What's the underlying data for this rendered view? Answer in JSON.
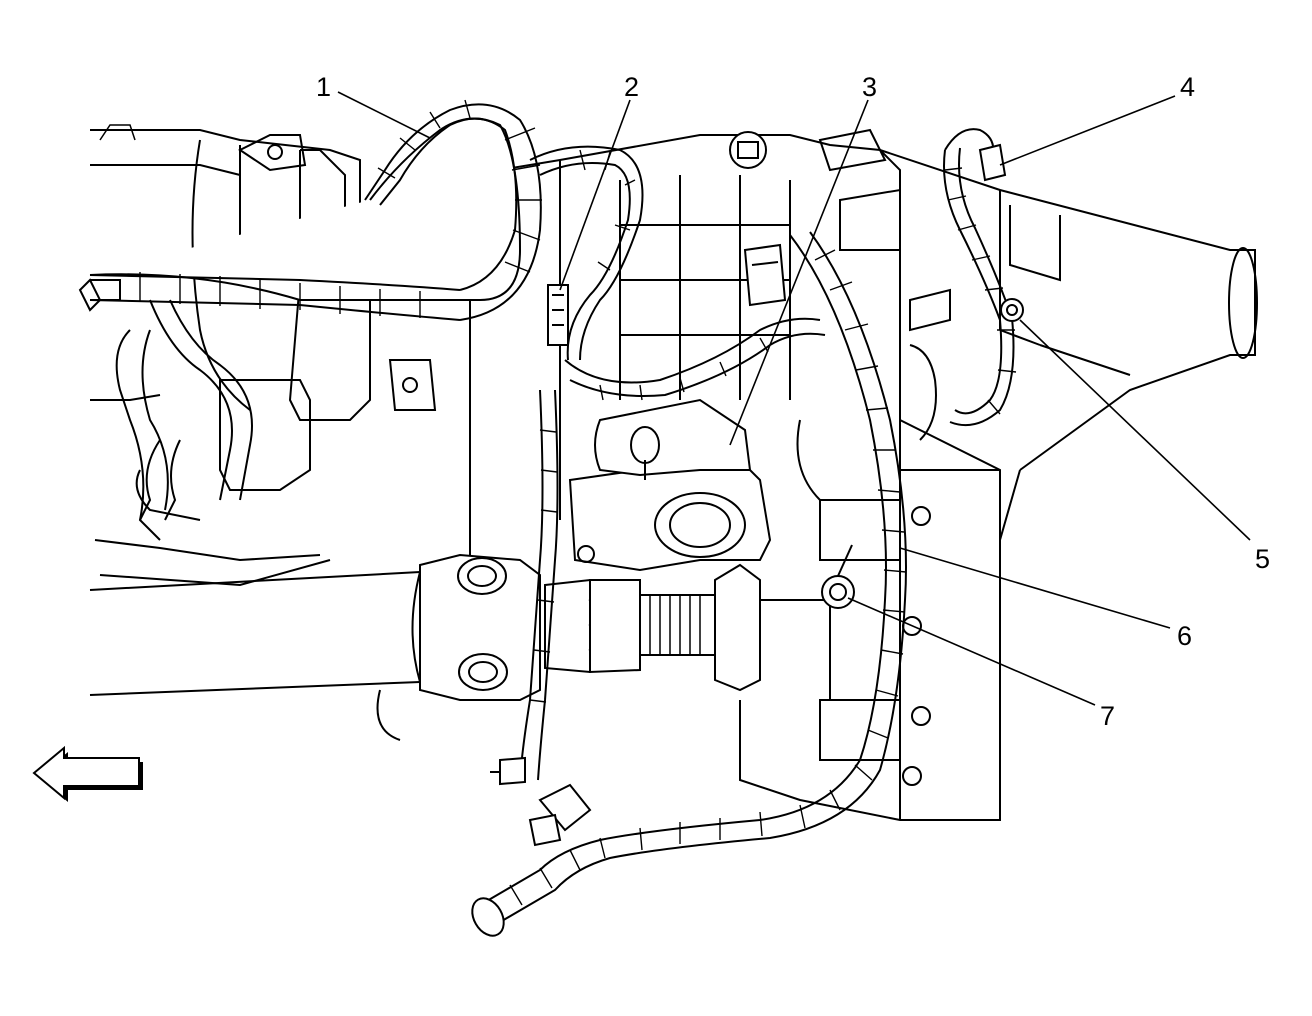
{
  "callouts": [
    {
      "id": "1",
      "label": "1"
    },
    {
      "id": "2",
      "label": "2"
    },
    {
      "id": "3",
      "label": "3"
    },
    {
      "id": "4",
      "label": "4"
    },
    {
      "id": "5",
      "label": "5"
    },
    {
      "id": "6",
      "label": "6"
    },
    {
      "id": "7",
      "label": "7"
    }
  ],
  "direction_arrow": {
    "icon": "left-arrow-icon",
    "points": "front-of-vehicle"
  }
}
